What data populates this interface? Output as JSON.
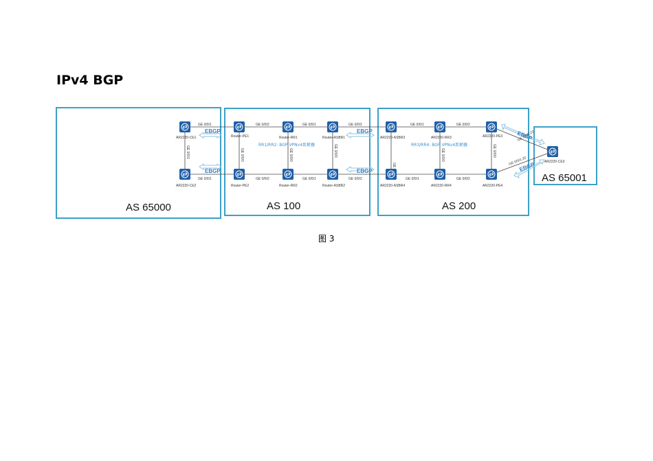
{
  "heading": "IPv4 BGP",
  "caption": "图 3",
  "colors": {
    "as_border": "#3aa0c8",
    "router_fill": "#1f5fa8",
    "link": "#444444",
    "ebgp": "#3a7fc0"
  },
  "as_areas": [
    {
      "id": "as65000",
      "label": "AS 65000"
    },
    {
      "id": "as100",
      "label": "AS 100"
    },
    {
      "id": "as200",
      "label": "AS 200"
    },
    {
      "id": "as65001",
      "label": "AS 65001"
    }
  ],
  "devices": [
    {
      "id": "ce1",
      "label": "AR2220-CE1"
    },
    {
      "id": "ce2",
      "label": "AR2220-CE2"
    },
    {
      "id": "pe1",
      "label": "Router-PE1"
    },
    {
      "id": "pe2",
      "label": "Router-PE2"
    },
    {
      "id": "rr1",
      "label": "Router-RR1"
    },
    {
      "id": "rr2",
      "label": "Router-RR2"
    },
    {
      "id": "asbr1",
      "label": "Router-ASBR1"
    },
    {
      "id": "asbr2",
      "label": "Router-ASBR2"
    },
    {
      "id": "asbr3",
      "label": "AR2220-ASBR3"
    },
    {
      "id": "asbr4",
      "label": "AR2220-ASBR4"
    },
    {
      "id": "rr3",
      "label": "AR2220-RR3"
    },
    {
      "id": "rr4",
      "label": "AR2220-RR4"
    },
    {
      "id": "pe3",
      "label": "AR2220-PE3"
    },
    {
      "id": "pe4",
      "label": "AR2220-PE4"
    },
    {
      "id": "ce3",
      "label": "AR2220-CE3"
    }
  ],
  "ports": {
    "ce1_pe1": "GE 0/0/1",
    "ce1_ce2": "GE 0/0/1",
    "ce2_pe2": "GE 0/0/1",
    "pe1_rr1": "GE 0/0/2",
    "rr1_asbr1": "GE 0/0/1",
    "asbr1_asbr3": "GE 0/0/2",
    "pe1_pe2": "GE 0/0/0",
    "rr1_rr2": "GE 0/0/0",
    "asbr1_asbr2": "GE 0/0/0",
    "pe2_rr2": "GE 0/0/2",
    "rr2_asbr2": "GE 0/0/1",
    "asbr2_asbr4": "GE 0/0/2",
    "asbr3_rr3": "GE 0/0/1",
    "rr3_pe3": "GE 0/0/2",
    "asbr3_asbr4": "GE 0/0/0",
    "rr3_rr4": "GE 0/0/0",
    "pe3_pe4": "GE 0/0/0",
    "asbr4_rr4": "GE 0/0/1",
    "rr4_pe4": "GE 0/0/2",
    "pe3_ce3": "GE 2/0/0.20",
    "pe4_ce3": "GE 0/0/1.20"
  },
  "ebgp_label": "EBGP",
  "rr_labels": {
    "as100": "RR1/RR2: BGP VPNv4反射器",
    "as200": "RR3/RR4: BGP VPNv4反射器"
  }
}
